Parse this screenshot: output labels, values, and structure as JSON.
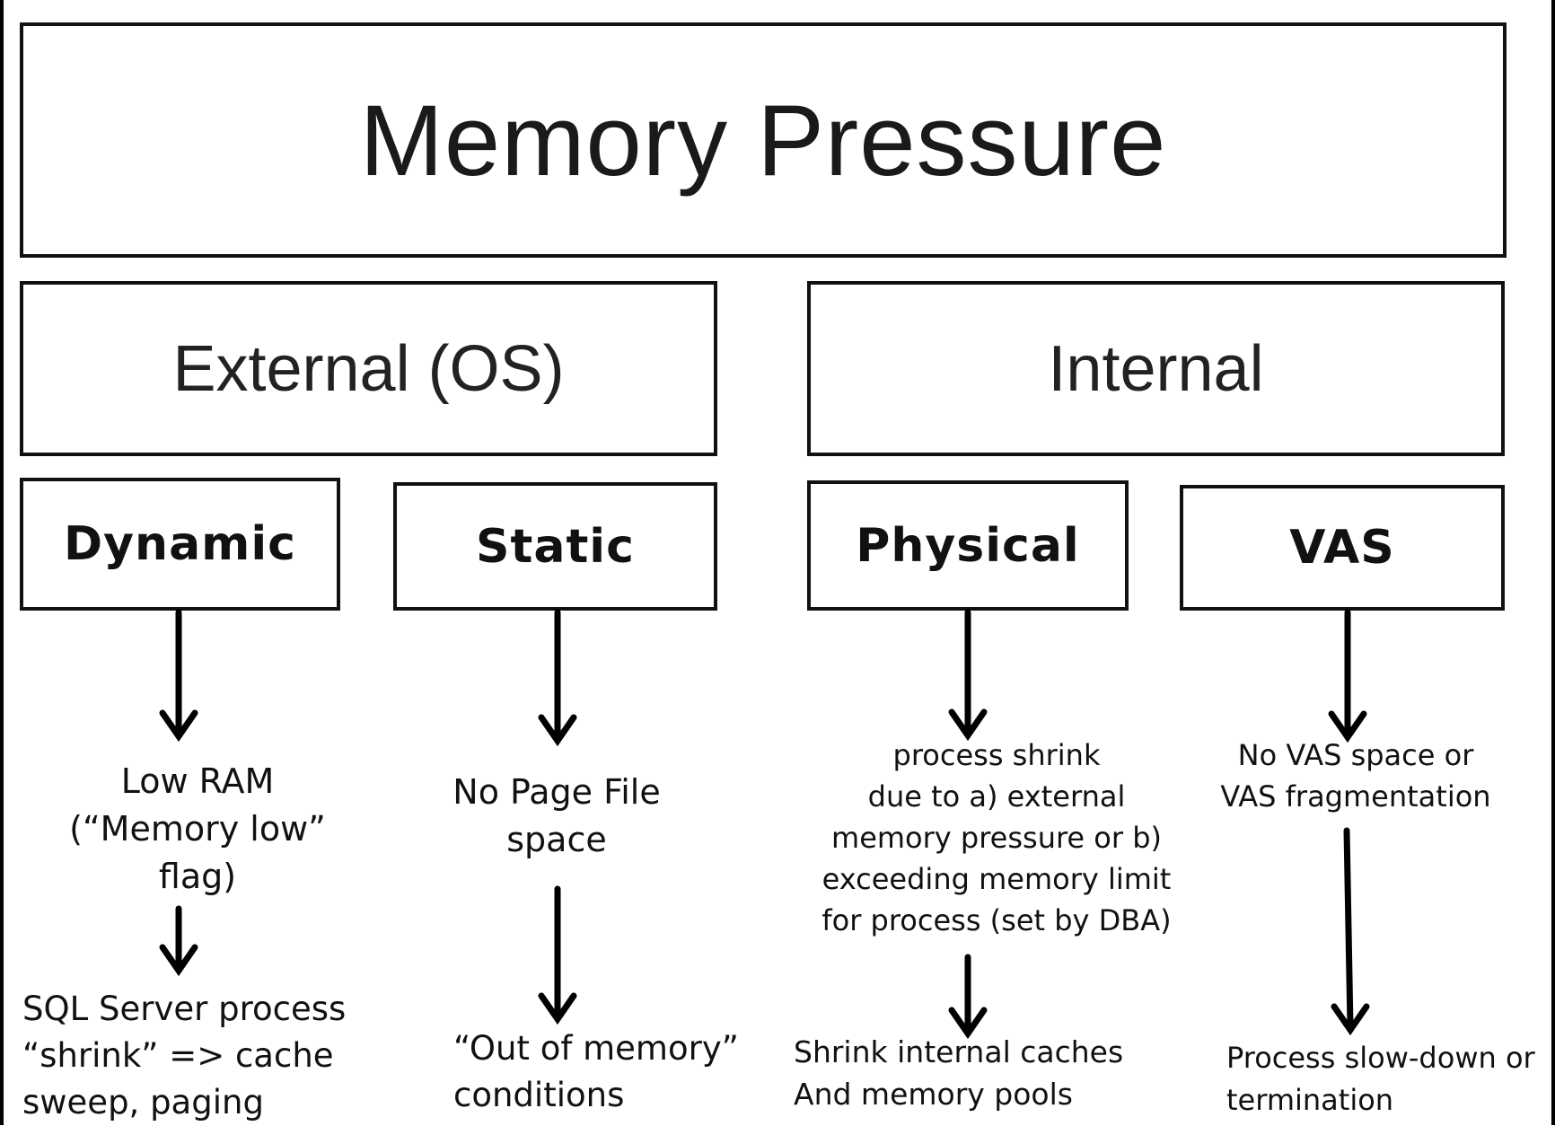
{
  "title": "Memory Pressure",
  "categories": {
    "external": "External (OS)",
    "internal": "Internal"
  },
  "types": {
    "dynamic": "Dynamic",
    "static": "Static",
    "physical": "Physical",
    "vas": "VAS"
  },
  "effects": {
    "dynamic": "Low RAM\n(“Memory low”\nflag)",
    "static": "No Page File\nspace",
    "physical": "process shrink\ndue to a) external\nmemory pressure or b)\nexceeding memory limit\nfor process (set by DBA)",
    "vas": "No VAS space or\nVAS fragmentation"
  },
  "outcomes": {
    "dynamic": "SQL Server process\n“shrink” => cache\nsweep, paging",
    "static": "“Out of memory”\nconditions",
    "physical": "Shrink internal caches\nAnd memory pools",
    "vas": "Process slow-down or\ntermination"
  },
  "colors": {
    "line": "#000000",
    "text": "#111111",
    "background": "#ffffff"
  }
}
